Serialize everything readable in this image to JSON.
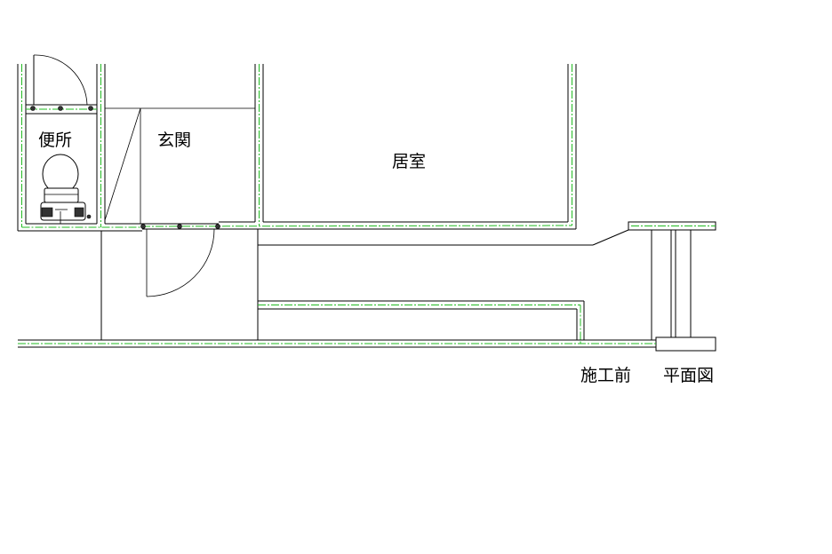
{
  "plan": {
    "rooms": {
      "toilet": "便所",
      "entrance": "玄関",
      "living": "居室"
    },
    "caption": {
      "stage": "施工前",
      "view": "平面図"
    }
  }
}
